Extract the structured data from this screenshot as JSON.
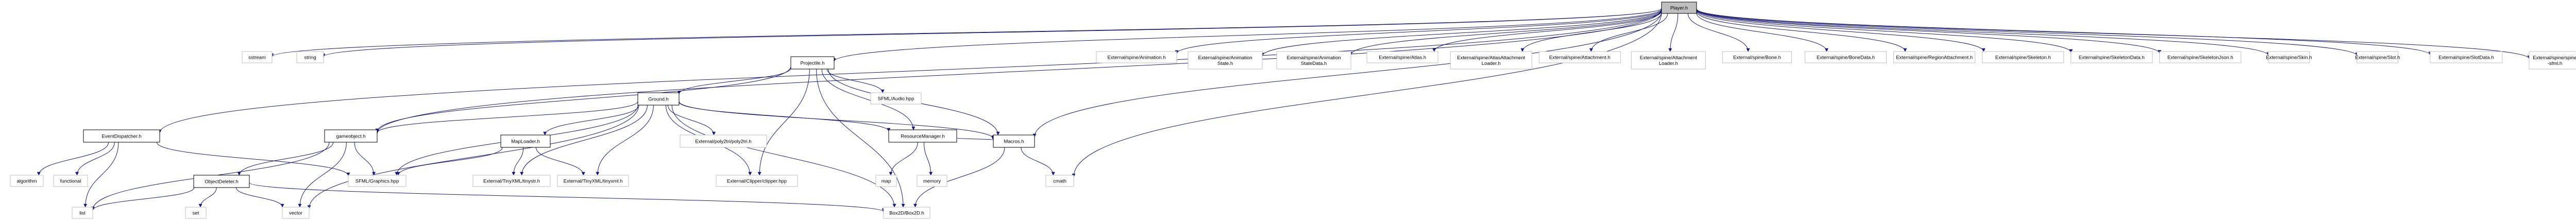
{
  "title": "Player.h",
  "colors": {
    "edge": "#191970",
    "node_border": "#000000",
    "external_border": "#bfbfbf",
    "root_fill": "#bfbfbf",
    "node_fill": "#ffffff",
    "text": "#000000"
  },
  "nodes": [
    {
      "id": "player_h",
      "label": [
        "Player.h"
      ],
      "kind": "root"
    },
    {
      "id": "projectile_h",
      "label": [
        "Projectile.h"
      ],
      "kind": "internal"
    },
    {
      "id": "eventdispatcher_h",
      "label": [
        "EventDispatcher.h"
      ],
      "kind": "internal"
    },
    {
      "id": "gameobject_h",
      "label": [
        "gameobject.h"
      ],
      "kind": "internal"
    },
    {
      "id": "ground_h",
      "label": [
        "Ground.h"
      ],
      "kind": "internal"
    },
    {
      "id": "maploader_h",
      "label": [
        "MapLoader.h"
      ],
      "kind": "internal"
    },
    {
      "id": "resourcemanager_h",
      "label": [
        "ResourceManager.h"
      ],
      "kind": "internal"
    },
    {
      "id": "macros_h",
      "label": [
        "Macros.h"
      ],
      "kind": "internal"
    },
    {
      "id": "objectdeleter_h",
      "label": [
        "ObjectDeleter.h"
      ],
      "kind": "internal"
    },
    {
      "id": "sstream",
      "label": [
        "sstream"
      ],
      "kind": "external"
    },
    {
      "id": "string",
      "label": [
        "string"
      ],
      "kind": "external"
    },
    {
      "id": "sfml_audio",
      "label": [
        "SFML/Audio.hpp"
      ],
      "kind": "external"
    },
    {
      "id": "sfml_graphics",
      "label": [
        "SFML/Graphics.hpp"
      ],
      "kind": "external"
    },
    {
      "id": "poly2tri",
      "label": [
        "External/poly2tri/poly2tri.h"
      ],
      "kind": "external"
    },
    {
      "id": "tinyxml_a",
      "label": [
        "External/TinyXML/tinystr.h"
      ],
      "kind": "external"
    },
    {
      "id": "tinyxml_b",
      "label": [
        "External/TinyXML/tinyxml.h"
      ],
      "kind": "external"
    },
    {
      "id": "clipper",
      "label": [
        "External/Clipper/clipper.hpp"
      ],
      "kind": "external"
    },
    {
      "id": "map",
      "label": [
        "map"
      ],
      "kind": "external"
    },
    {
      "id": "memory",
      "label": [
        "memory"
      ],
      "kind": "external"
    },
    {
      "id": "cmath",
      "label": [
        "cmath"
      ],
      "kind": "external"
    },
    {
      "id": "box2d",
      "label": [
        "Box2D/Box2D.h"
      ],
      "kind": "external"
    },
    {
      "id": "algorithm",
      "label": [
        "algorithm"
      ],
      "kind": "external"
    },
    {
      "id": "functional",
      "label": [
        "functional"
      ],
      "kind": "external"
    },
    {
      "id": "list",
      "label": [
        "list"
      ],
      "kind": "external"
    },
    {
      "id": "set",
      "label": [
        "set"
      ],
      "kind": "external"
    },
    {
      "id": "vector",
      "label": [
        "vector"
      ],
      "kind": "external"
    },
    {
      "id": "sp_animation",
      "label": [
        "External/spine/Animation.h"
      ],
      "kind": "external"
    },
    {
      "id": "sp_animationstate",
      "label": [
        "External/spine/Animation",
        "State.h"
      ],
      "kind": "external"
    },
    {
      "id": "sp_animationstatedata",
      "label": [
        "External/spine/Animation",
        "StateData.h"
      ],
      "kind": "external"
    },
    {
      "id": "sp_atlas",
      "label": [
        "External/spine/Atlas.h"
      ],
      "kind": "external"
    },
    {
      "id": "sp_atlasattachmentloader",
      "label": [
        "External/spine/AtlasAttachment",
        "Loader.h"
      ],
      "kind": "external"
    },
    {
      "id": "sp_attachment",
      "label": [
        "External/spine/Attachment.h"
      ],
      "kind": "external"
    },
    {
      "id": "sp_attachmentloader",
      "label": [
        "External/spine/Attachment",
        "Loader.h"
      ],
      "kind": "external"
    },
    {
      "id": "sp_bone",
      "label": [
        "External/spine/Bone.h"
      ],
      "kind": "external"
    },
    {
      "id": "sp_bonedata",
      "label": [
        "External/spine/BoneData.h"
      ],
      "kind": "external"
    },
    {
      "id": "sp_regionattachment",
      "label": [
        "External/spine/RegionAttachment.h"
      ],
      "kind": "external"
    },
    {
      "id": "sp_skeleton",
      "label": [
        "External/spine/Skeleton.h"
      ],
      "kind": "external"
    },
    {
      "id": "sp_skeletondata",
      "label": [
        "External/spine/SkeletonData.h"
      ],
      "kind": "external"
    },
    {
      "id": "sp_skeletonjson",
      "label": [
        "External/spine/SkeletonJson.h"
      ],
      "kind": "external"
    },
    {
      "id": "sp_skin",
      "label": [
        "External/spine/Skin.h"
      ],
      "kind": "external"
    },
    {
      "id": "sp_slot",
      "label": [
        "External/spine/Slot.h"
      ],
      "kind": "external"
    },
    {
      "id": "sp_slotdata",
      "label": [
        "External/spine/SlotData.h"
      ],
      "kind": "external"
    },
    {
      "id": "sp_extension",
      "label": [
        "External/spine/spine",
        "-sfml.h"
      ],
      "kind": "external"
    }
  ],
  "edges": [
    [
      "player_h",
      "sstream"
    ],
    [
      "player_h",
      "string"
    ],
    [
      "player_h",
      "projectile_h"
    ],
    [
      "player_h",
      "eventdispatcher_h"
    ],
    [
      "player_h",
      "gameobject_h"
    ],
    [
      "player_h",
      "macros_h"
    ],
    [
      "player_h",
      "cmath"
    ],
    [
      "player_h",
      "sp_animation"
    ],
    [
      "player_h",
      "sp_animationstate"
    ],
    [
      "player_h",
      "sp_animationstatedata"
    ],
    [
      "player_h",
      "sp_atlas"
    ],
    [
      "player_h",
      "sp_atlasattachmentloader"
    ],
    [
      "player_h",
      "sp_attachment"
    ],
    [
      "player_h",
      "sp_attachmentloader"
    ],
    [
      "player_h",
      "sp_bone"
    ],
    [
      "player_h",
      "sp_bonedata"
    ],
    [
      "player_h",
      "sp_regionattachment"
    ],
    [
      "player_h",
      "sp_skeleton"
    ],
    [
      "player_h",
      "sp_skeletondata"
    ],
    [
      "player_h",
      "sp_skeletonjson"
    ],
    [
      "player_h",
      "sp_skin"
    ],
    [
      "player_h",
      "sp_slot"
    ],
    [
      "player_h",
      "sp_slotdata"
    ],
    [
      "player_h",
      "sp_extension"
    ],
    [
      "projectile_h",
      "ground_h"
    ],
    [
      "projectile_h",
      "sfml_audio"
    ],
    [
      "projectile_h",
      "gameobject_h"
    ],
    [
      "projectile_h",
      "resourcemanager_h"
    ],
    [
      "projectile_h",
      "clipper"
    ],
    [
      "projectile_h",
      "box2d"
    ],
    [
      "projectile_h",
      "macros_h"
    ],
    [
      "ground_h",
      "gameobject_h"
    ],
    [
      "ground_h",
      "maploader_h"
    ],
    [
      "ground_h",
      "poly2tri"
    ],
    [
      "ground_h",
      "resourcemanager_h"
    ],
    [
      "ground_h",
      "clipper"
    ],
    [
      "ground_h",
      "macros_h"
    ],
    [
      "ground_h",
      "sfml_graphics"
    ],
    [
      "ground_h",
      "tinyxml_a"
    ],
    [
      "ground_h",
      "tinyxml_b"
    ],
    [
      "ground_h",
      "box2d"
    ],
    [
      "ground_h",
      "vector"
    ],
    [
      "maploader_h",
      "sfml_graphics"
    ],
    [
      "maploader_h",
      "tinyxml_a"
    ],
    [
      "maploader_h",
      "tinyxml_b"
    ],
    [
      "resourcemanager_h",
      "map"
    ],
    [
      "resourcemanager_h",
      "memory"
    ],
    [
      "resourcemanager_h",
      "macros_h"
    ],
    [
      "macros_h",
      "cmath"
    ],
    [
      "macros_h",
      "box2d"
    ],
    [
      "gameobject_h",
      "sfml_graphics"
    ],
    [
      "gameobject_h",
      "objectdeleter_h"
    ],
    [
      "gameobject_h",
      "list"
    ],
    [
      "gameobject_h",
      "vector"
    ],
    [
      "eventdispatcher_h",
      "algorithm"
    ],
    [
      "eventdispatcher_h",
      "functional"
    ],
    [
      "eventdispatcher_h",
      "list"
    ],
    [
      "eventdispatcher_h",
      "sfml_graphics"
    ],
    [
      "objectdeleter_h",
      "list"
    ],
    [
      "objectdeleter_h",
      "set"
    ],
    [
      "objectdeleter_h",
      "vector"
    ],
    [
      "objectdeleter_h",
      "box2d"
    ]
  ]
}
